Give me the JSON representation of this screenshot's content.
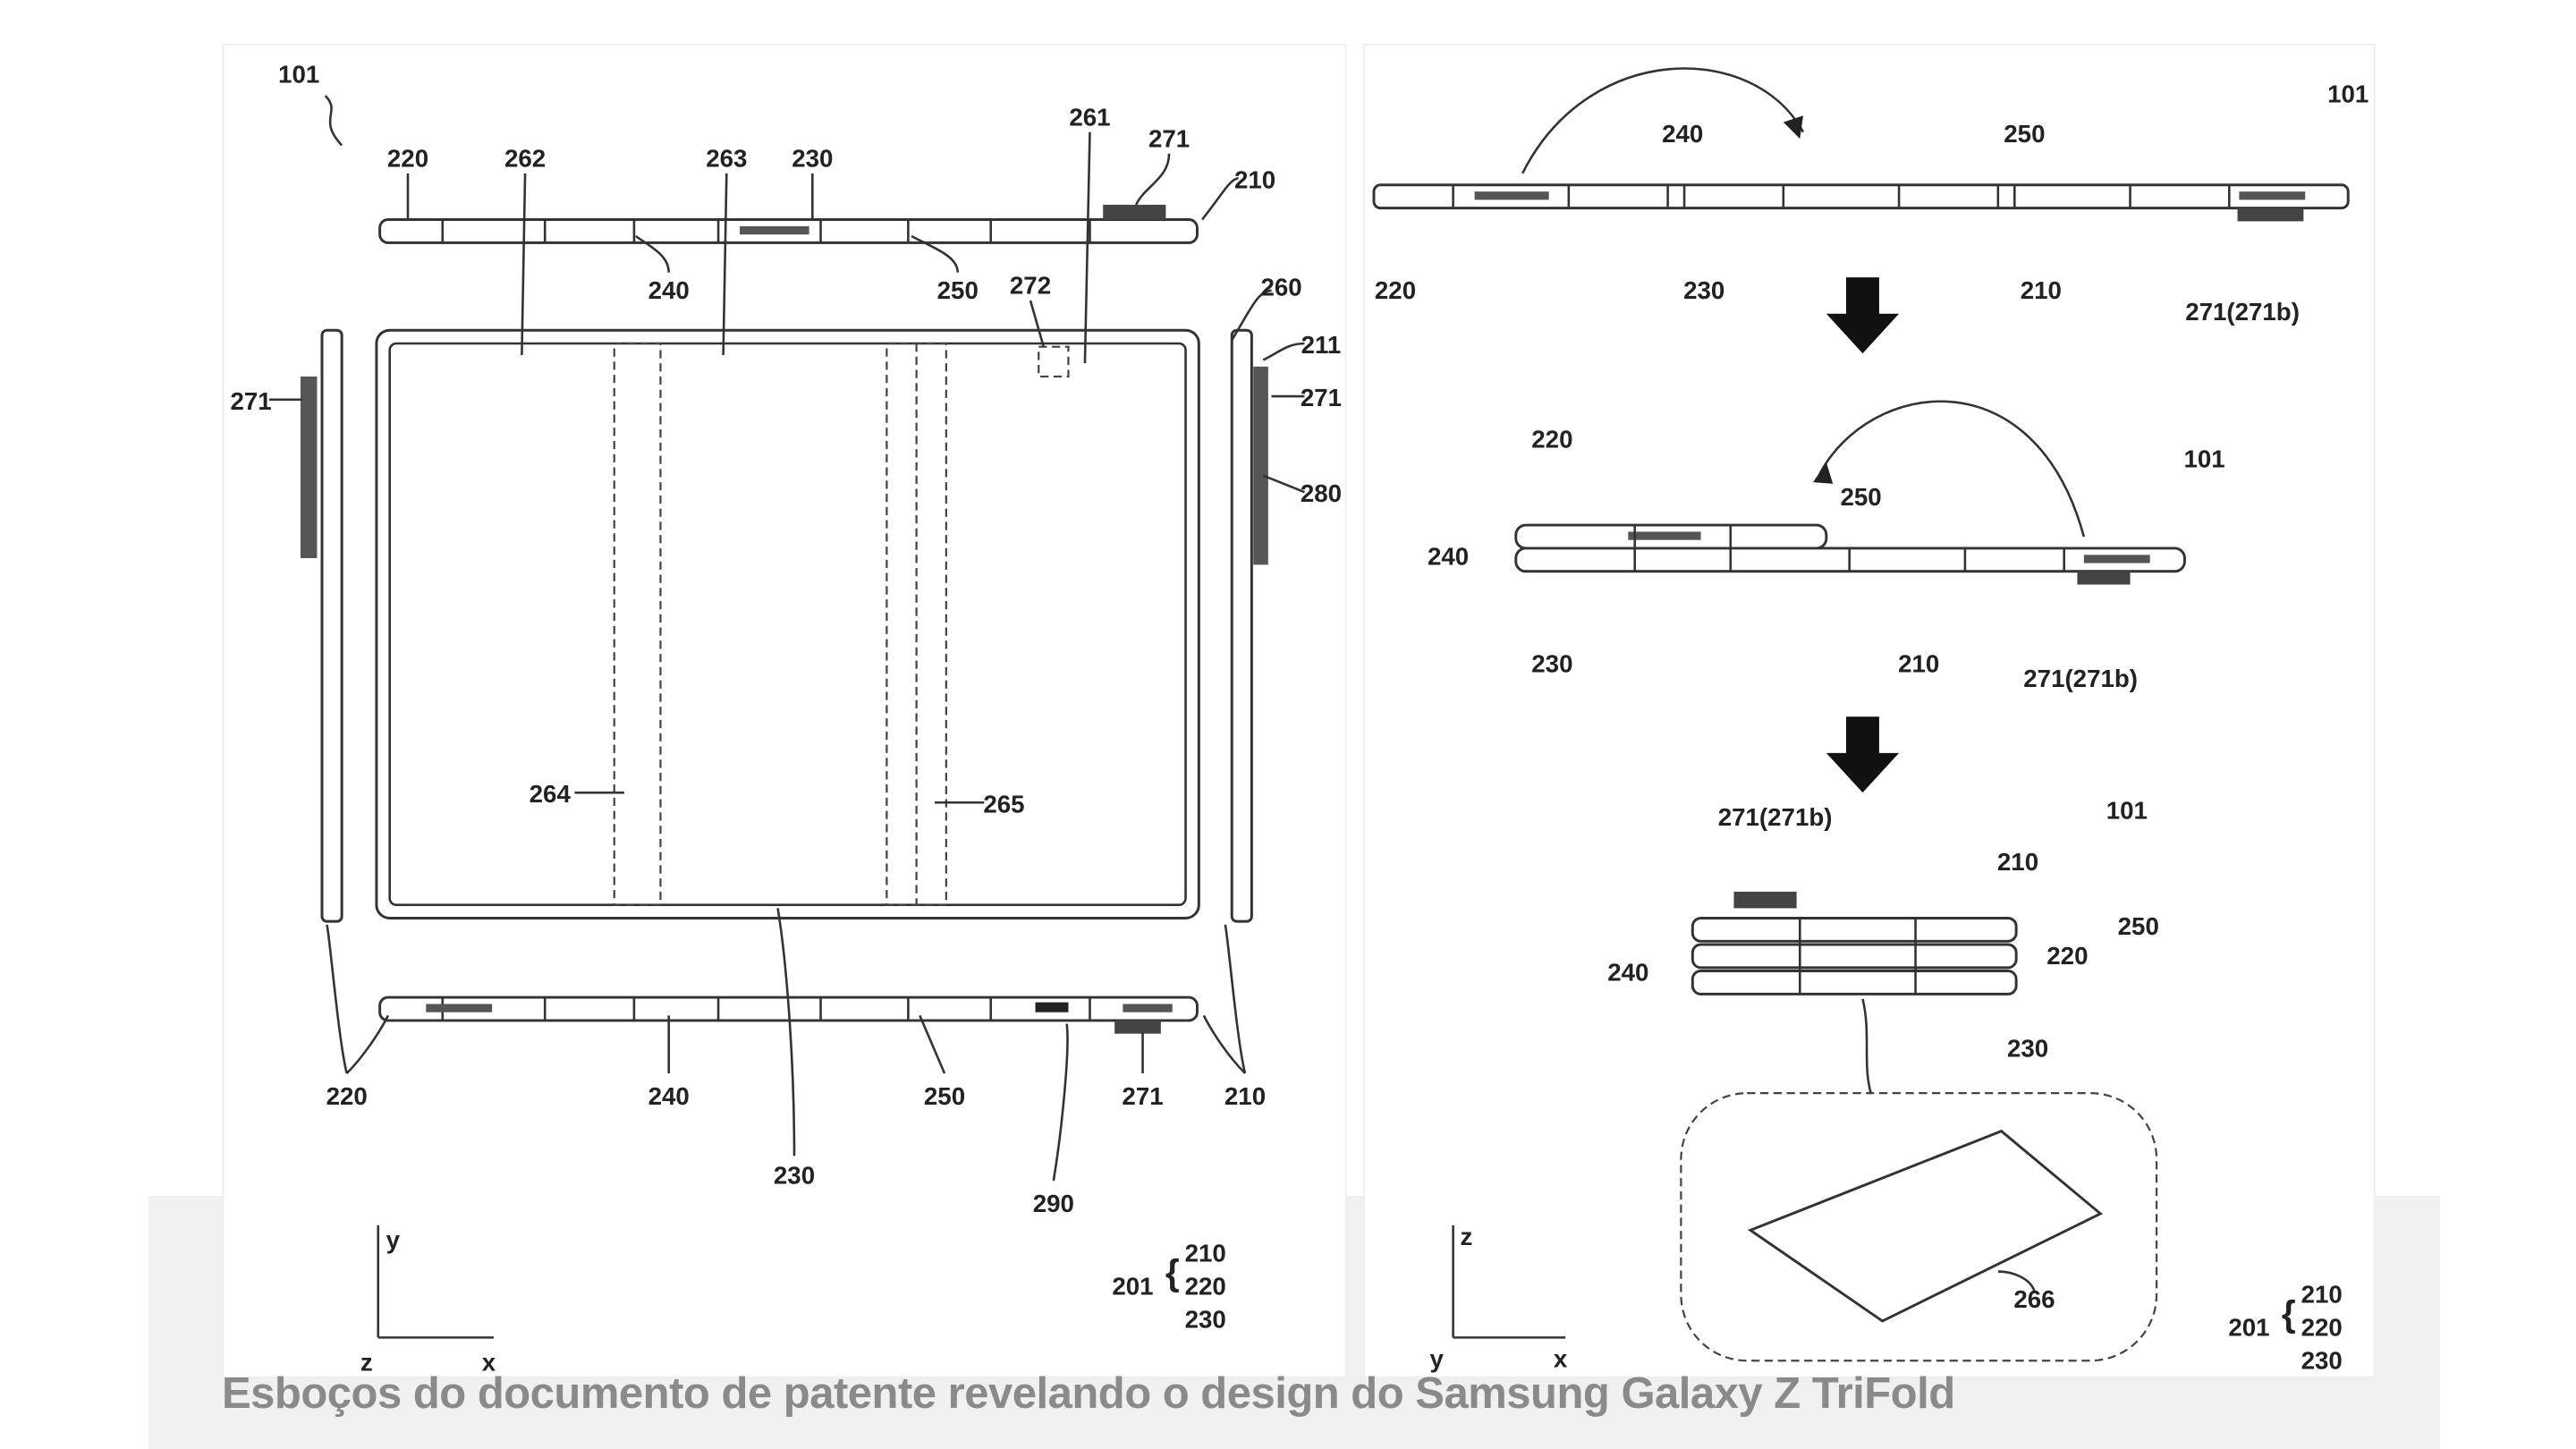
{
  "caption": "Esboços do documento de patente revelando o design do Samsung Galaxy Z TriFold",
  "left_figure": {
    "labels": [
      "101",
      "220",
      "262",
      "263",
      "230",
      "261",
      "271",
      "210",
      "240",
      "250",
      "272",
      "260",
      "211",
      "271",
      "271",
      "280",
      "264",
      "265",
      "220",
      "240",
      "250",
      "271",
      "210",
      "230",
      "290",
      "201",
      "210",
      "220",
      "230"
    ],
    "axes": [
      "y",
      "z",
      "x"
    ]
  },
  "right_figure": {
    "labels": [
      "101",
      "240",
      "250",
      "220",
      "230",
      "210",
      "271(271b)",
      "220",
      "250",
      "101",
      "240",
      "230",
      "210",
      "271(271b)",
      "271(271b)",
      "101",
      "210",
      "250",
      "240",
      "220",
      "230",
      "266",
      "201",
      "210",
      "220",
      "230"
    ],
    "axes": [
      "z",
      "y",
      "x"
    ]
  }
}
